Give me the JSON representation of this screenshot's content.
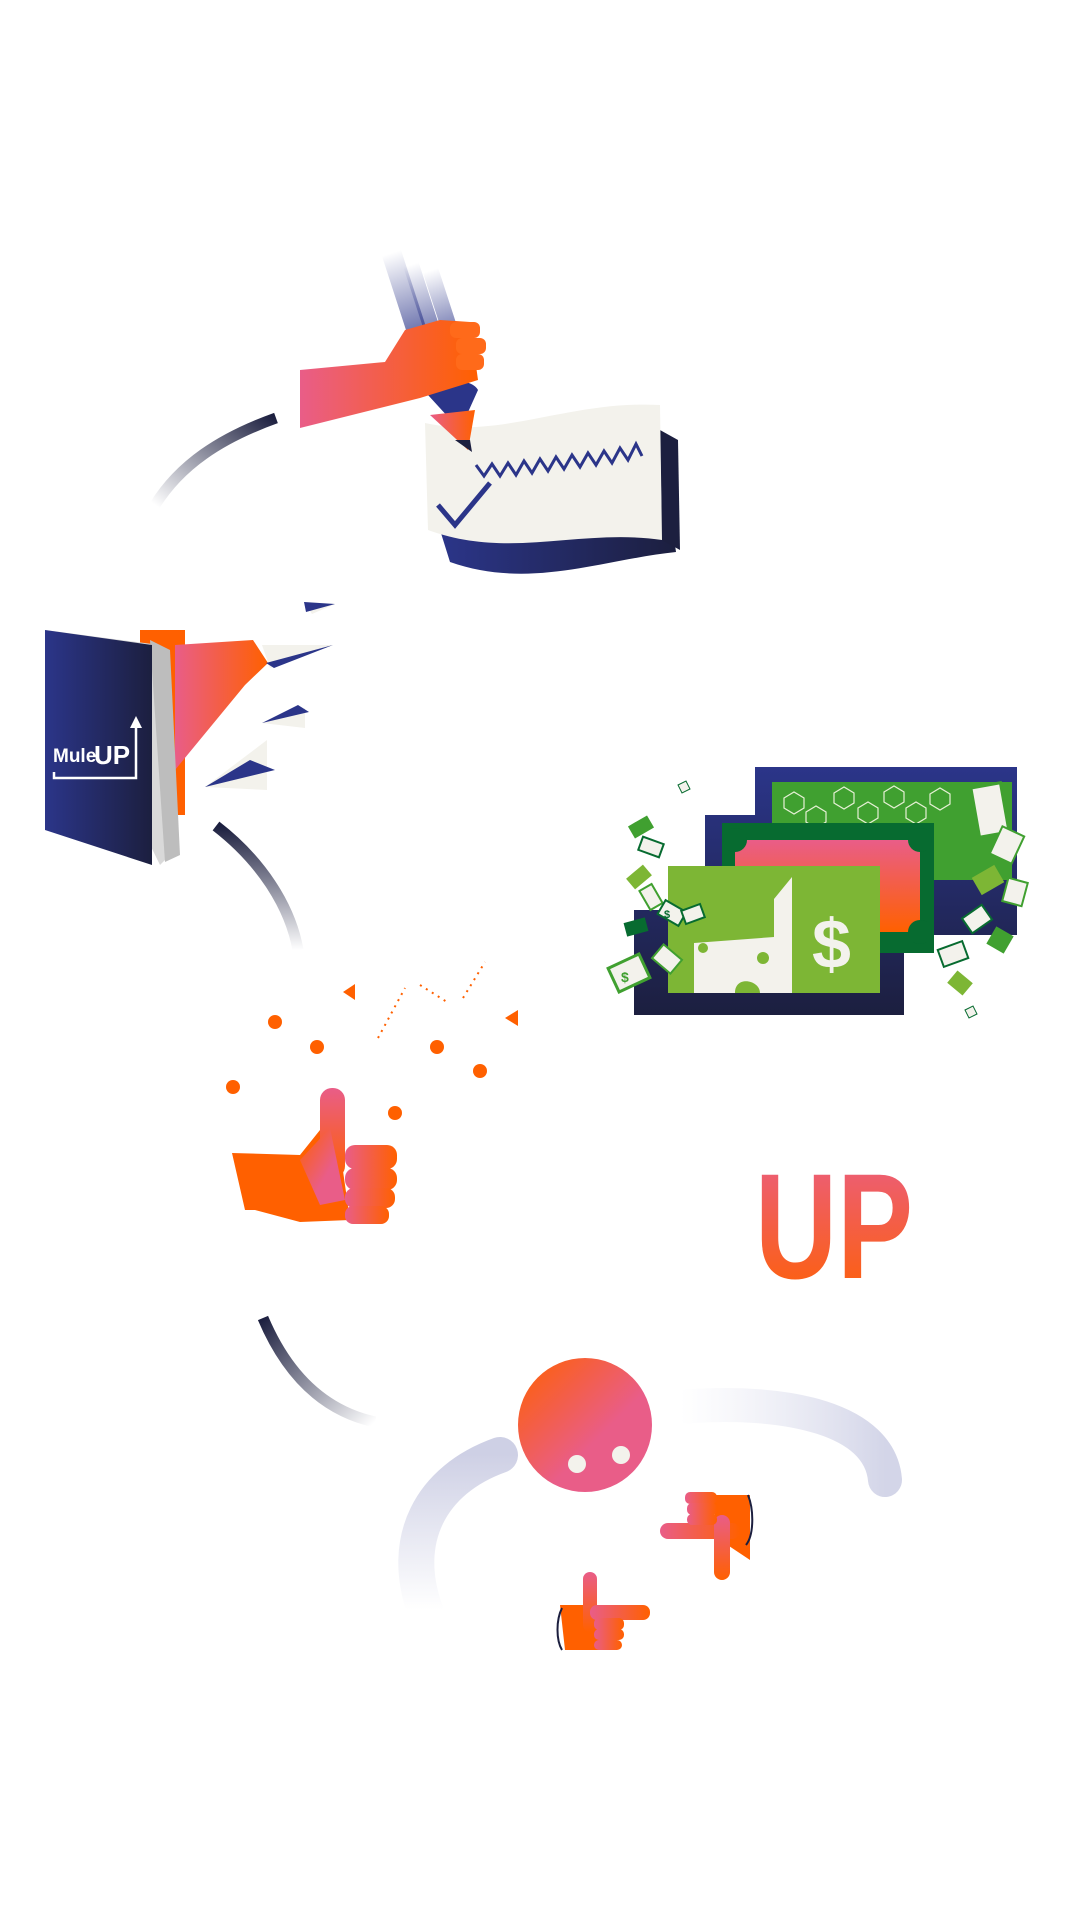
{
  "illustration": {
    "book_label_part1": "Mule",
    "book_label_part2": "UP",
    "headline": "UP",
    "bill_symbol": "$",
    "small_bill_symbol": "$"
  },
  "colors": {
    "navy": "#2b3589",
    "dark_navy": "#1c1f3f",
    "orange": "#ff6000",
    "pink": "#e95d88",
    "paper": "#f3f2ec",
    "green_light": "#7db635",
    "green_mid": "#40a030",
    "green_dark": "#076b30"
  }
}
